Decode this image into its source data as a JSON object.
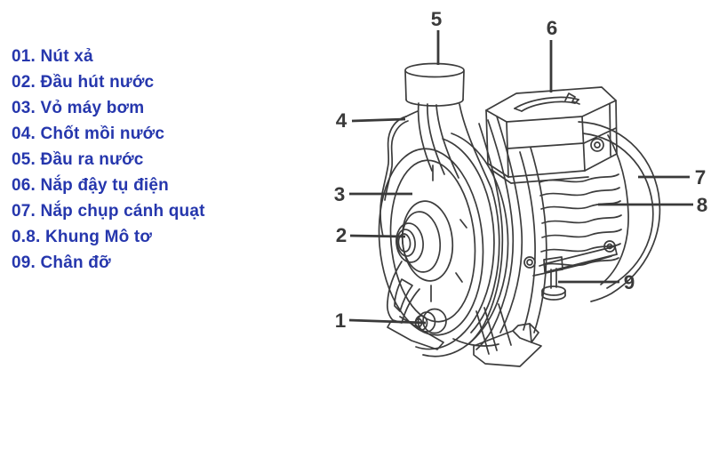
{
  "parts_list": {
    "text_color": "#2637ad",
    "items": [
      "01. Nút xả",
      "02. Đầu hút nước",
      "03. Vỏ máy bơm",
      "04. Chốt mồi nước",
      "05. Đầu ra nước",
      "06. Nắp đậy tụ điện",
      "07. Nắp chụp cánh quạt",
      "0.8. Khung Mô tơ",
      "09. Chân đỡ"
    ]
  },
  "diagram": {
    "subject": "centrifugal-water-pump-parts-diagram",
    "stroke_color": "#3c3c3c",
    "callout_color": "#3a3a3a",
    "callouts": [
      {
        "num": "1"
      },
      {
        "num": "2"
      },
      {
        "num": "3"
      },
      {
        "num": "4"
      },
      {
        "num": "5"
      },
      {
        "num": "6"
      },
      {
        "num": "7"
      },
      {
        "num": "8"
      },
      {
        "num": "9"
      }
    ]
  }
}
